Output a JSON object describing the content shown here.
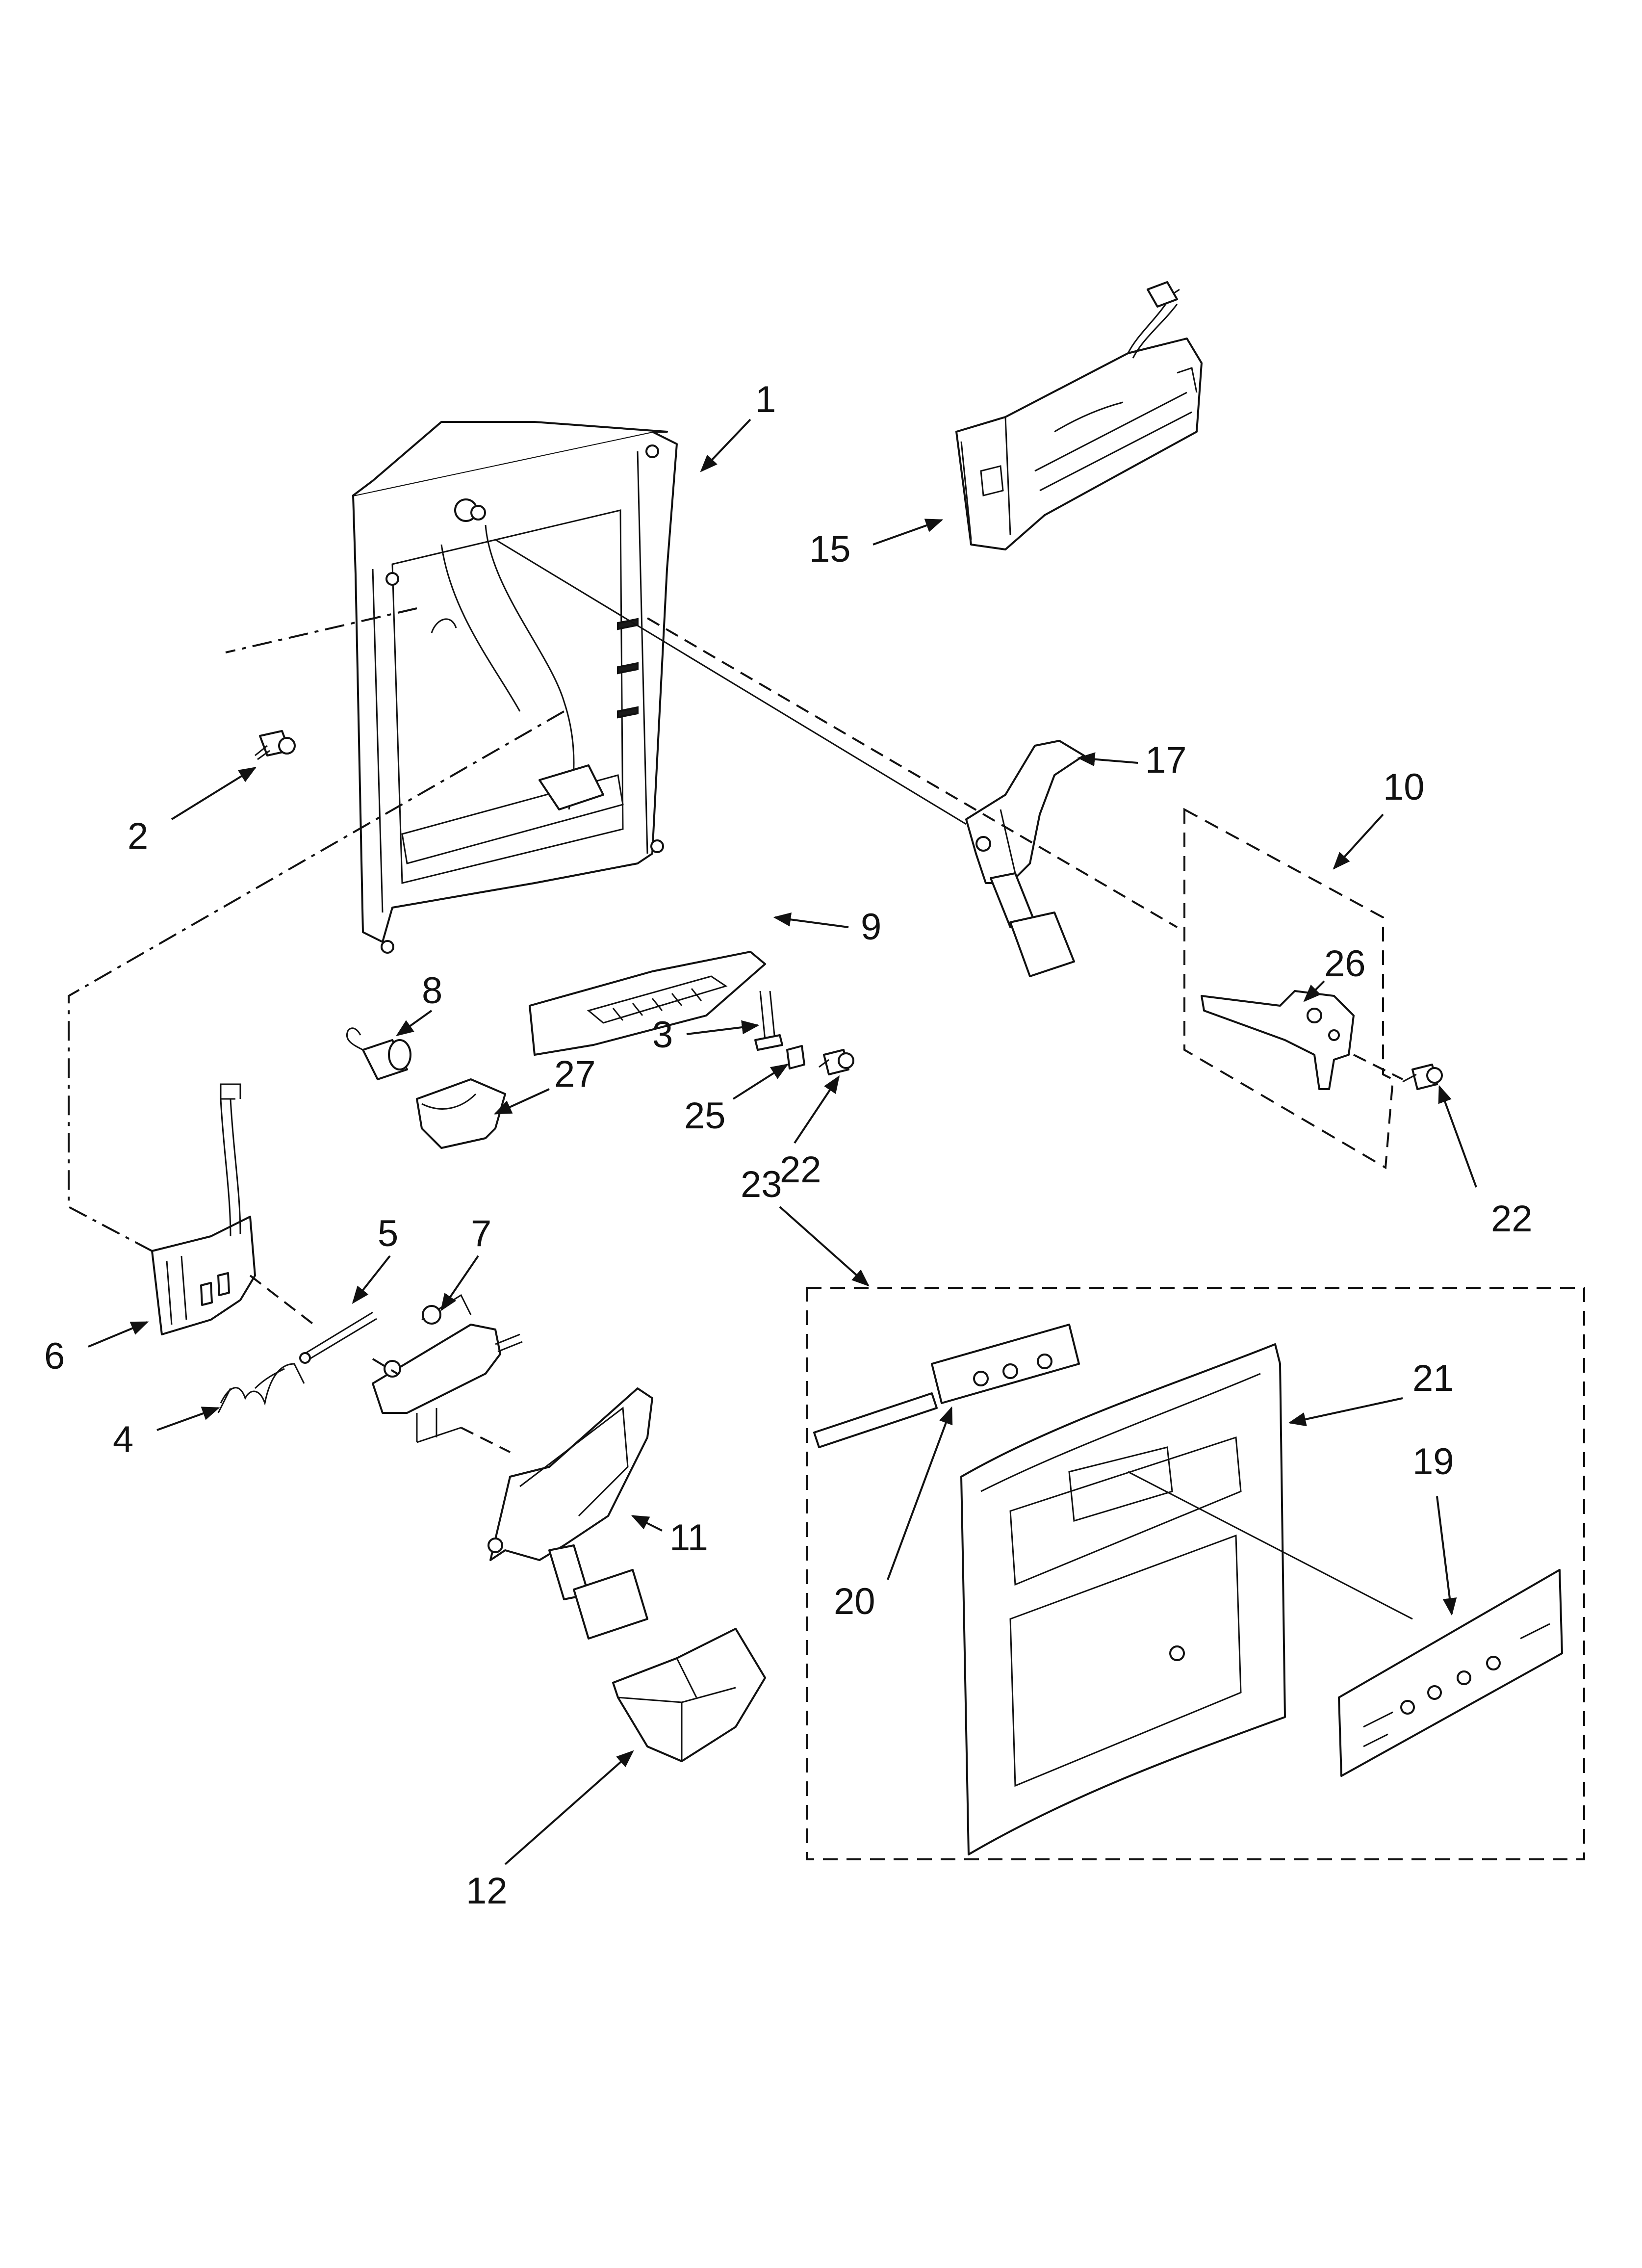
{
  "diagram": {
    "callouts": {
      "c1": "1",
      "c2": "2",
      "c3": "3",
      "c4": "4",
      "c5": "5",
      "c6": "6",
      "c7": "7",
      "c8": "8",
      "c9": "9",
      "c10": "10",
      "c11": "11",
      "c12": "12",
      "c15": "15",
      "c17": "17",
      "c19": "19",
      "c20": "20",
      "c21": "21",
      "c22a": "22",
      "c22b": "22",
      "c23": "23",
      "c25": "25",
      "c26": "26",
      "c27": "27"
    },
    "colors": {
      "line": "#111111",
      "background": "#ffffff"
    }
  }
}
